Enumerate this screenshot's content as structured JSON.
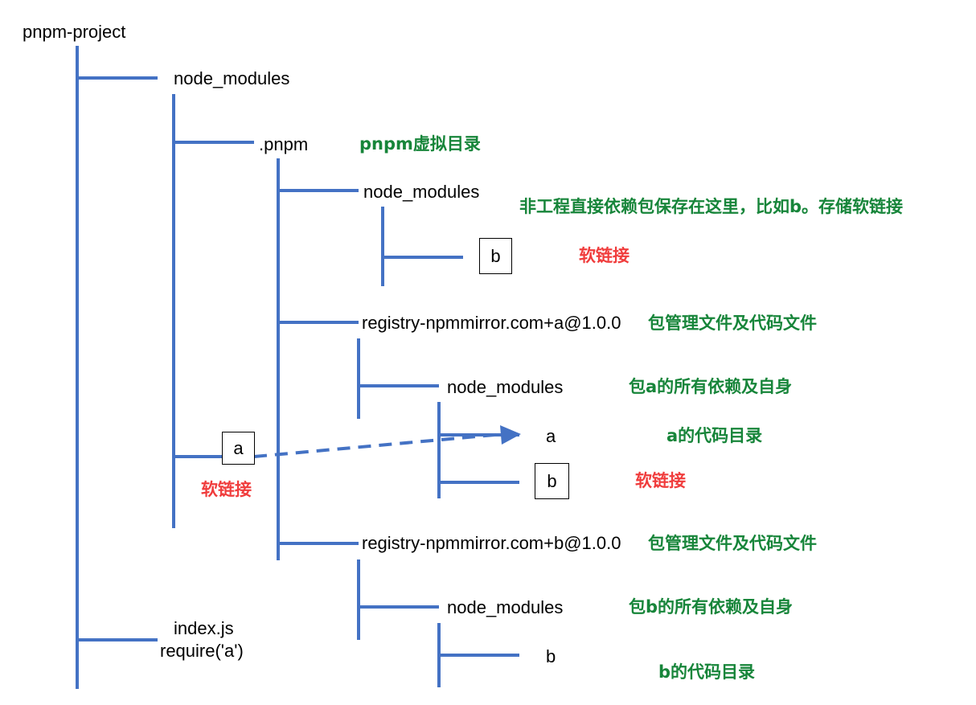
{
  "tree": {
    "root": "pnpm-project",
    "node_modules": "node_modules",
    "pnpm_dir": ".pnpm",
    "pnpm_node_modules": "node_modules",
    "b_link": "b",
    "registry_a": "registry-npmmirror.com+a@1.0.0",
    "a_node_modules": "node_modules",
    "a_dir": "a",
    "a_b_link": "b",
    "root_a_link": "a",
    "registry_b": "registry-npmmirror.com+b@1.0.0",
    "b_node_modules": "node_modules",
    "b_dir": "b",
    "index_js": "index.js",
    "require": "require('a')"
  },
  "notes": {
    "pnpm_virtual": "pnpm虚拟目录",
    "non_direct": "非工程直接依赖包保存在这里，比如b。存储软链接",
    "soft_link_1": "软链接",
    "pkg_files_a": "包管理文件及代码文件",
    "a_all_deps": "包a的所有依赖及自身",
    "a_code_dir": "a的代码目录",
    "soft_link_2": "软链接",
    "soft_link_root": "软链接",
    "pkg_files_b": "包管理文件及代码文件",
    "b_all_deps": "包b的所有依赖及自身",
    "b_code_dir": "b的代码目录"
  },
  "colors": {
    "line": "#4472c4",
    "note_green": "#17853a",
    "note_red": "#f03c3c",
    "text": "#000000"
  }
}
